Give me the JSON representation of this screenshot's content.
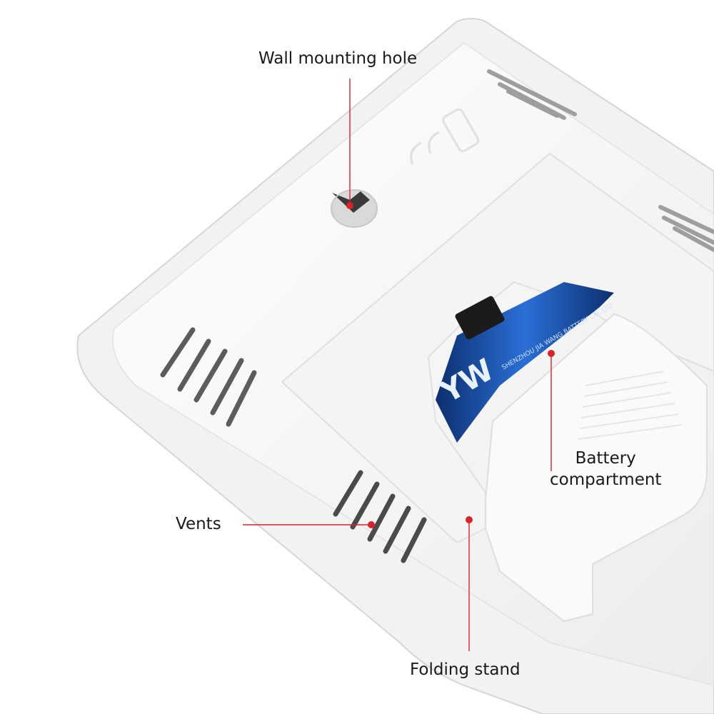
{
  "labels": {
    "wall_mounting_hole": "Wall mounting hole",
    "battery_line1": "Battery",
    "battery_line2": "compartment",
    "vents": "Vents",
    "folding_stand": "Folding stand"
  },
  "battery_print": {
    "brand": "YW",
    "maker": "SHENZHOU JIA WANG BATTERY CO.,LTD"
  },
  "colors": {
    "accent": "#d8232a",
    "body": "#f7f7f7",
    "edge": "#dcdcdc",
    "battery": "#1a4fa8"
  }
}
